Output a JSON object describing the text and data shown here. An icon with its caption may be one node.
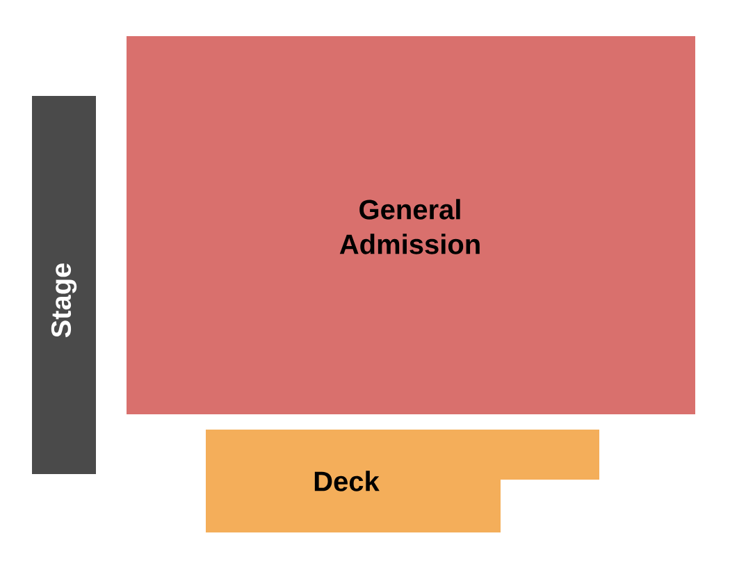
{
  "diagram": {
    "nodes": [
      {
        "text": [
          "Stage"
        ]
      },
      {
        "text": [
          "General Admission"
        ]
      },
      {
        "text": [
          "Deck"
        ]
      }
    ]
  }
}
